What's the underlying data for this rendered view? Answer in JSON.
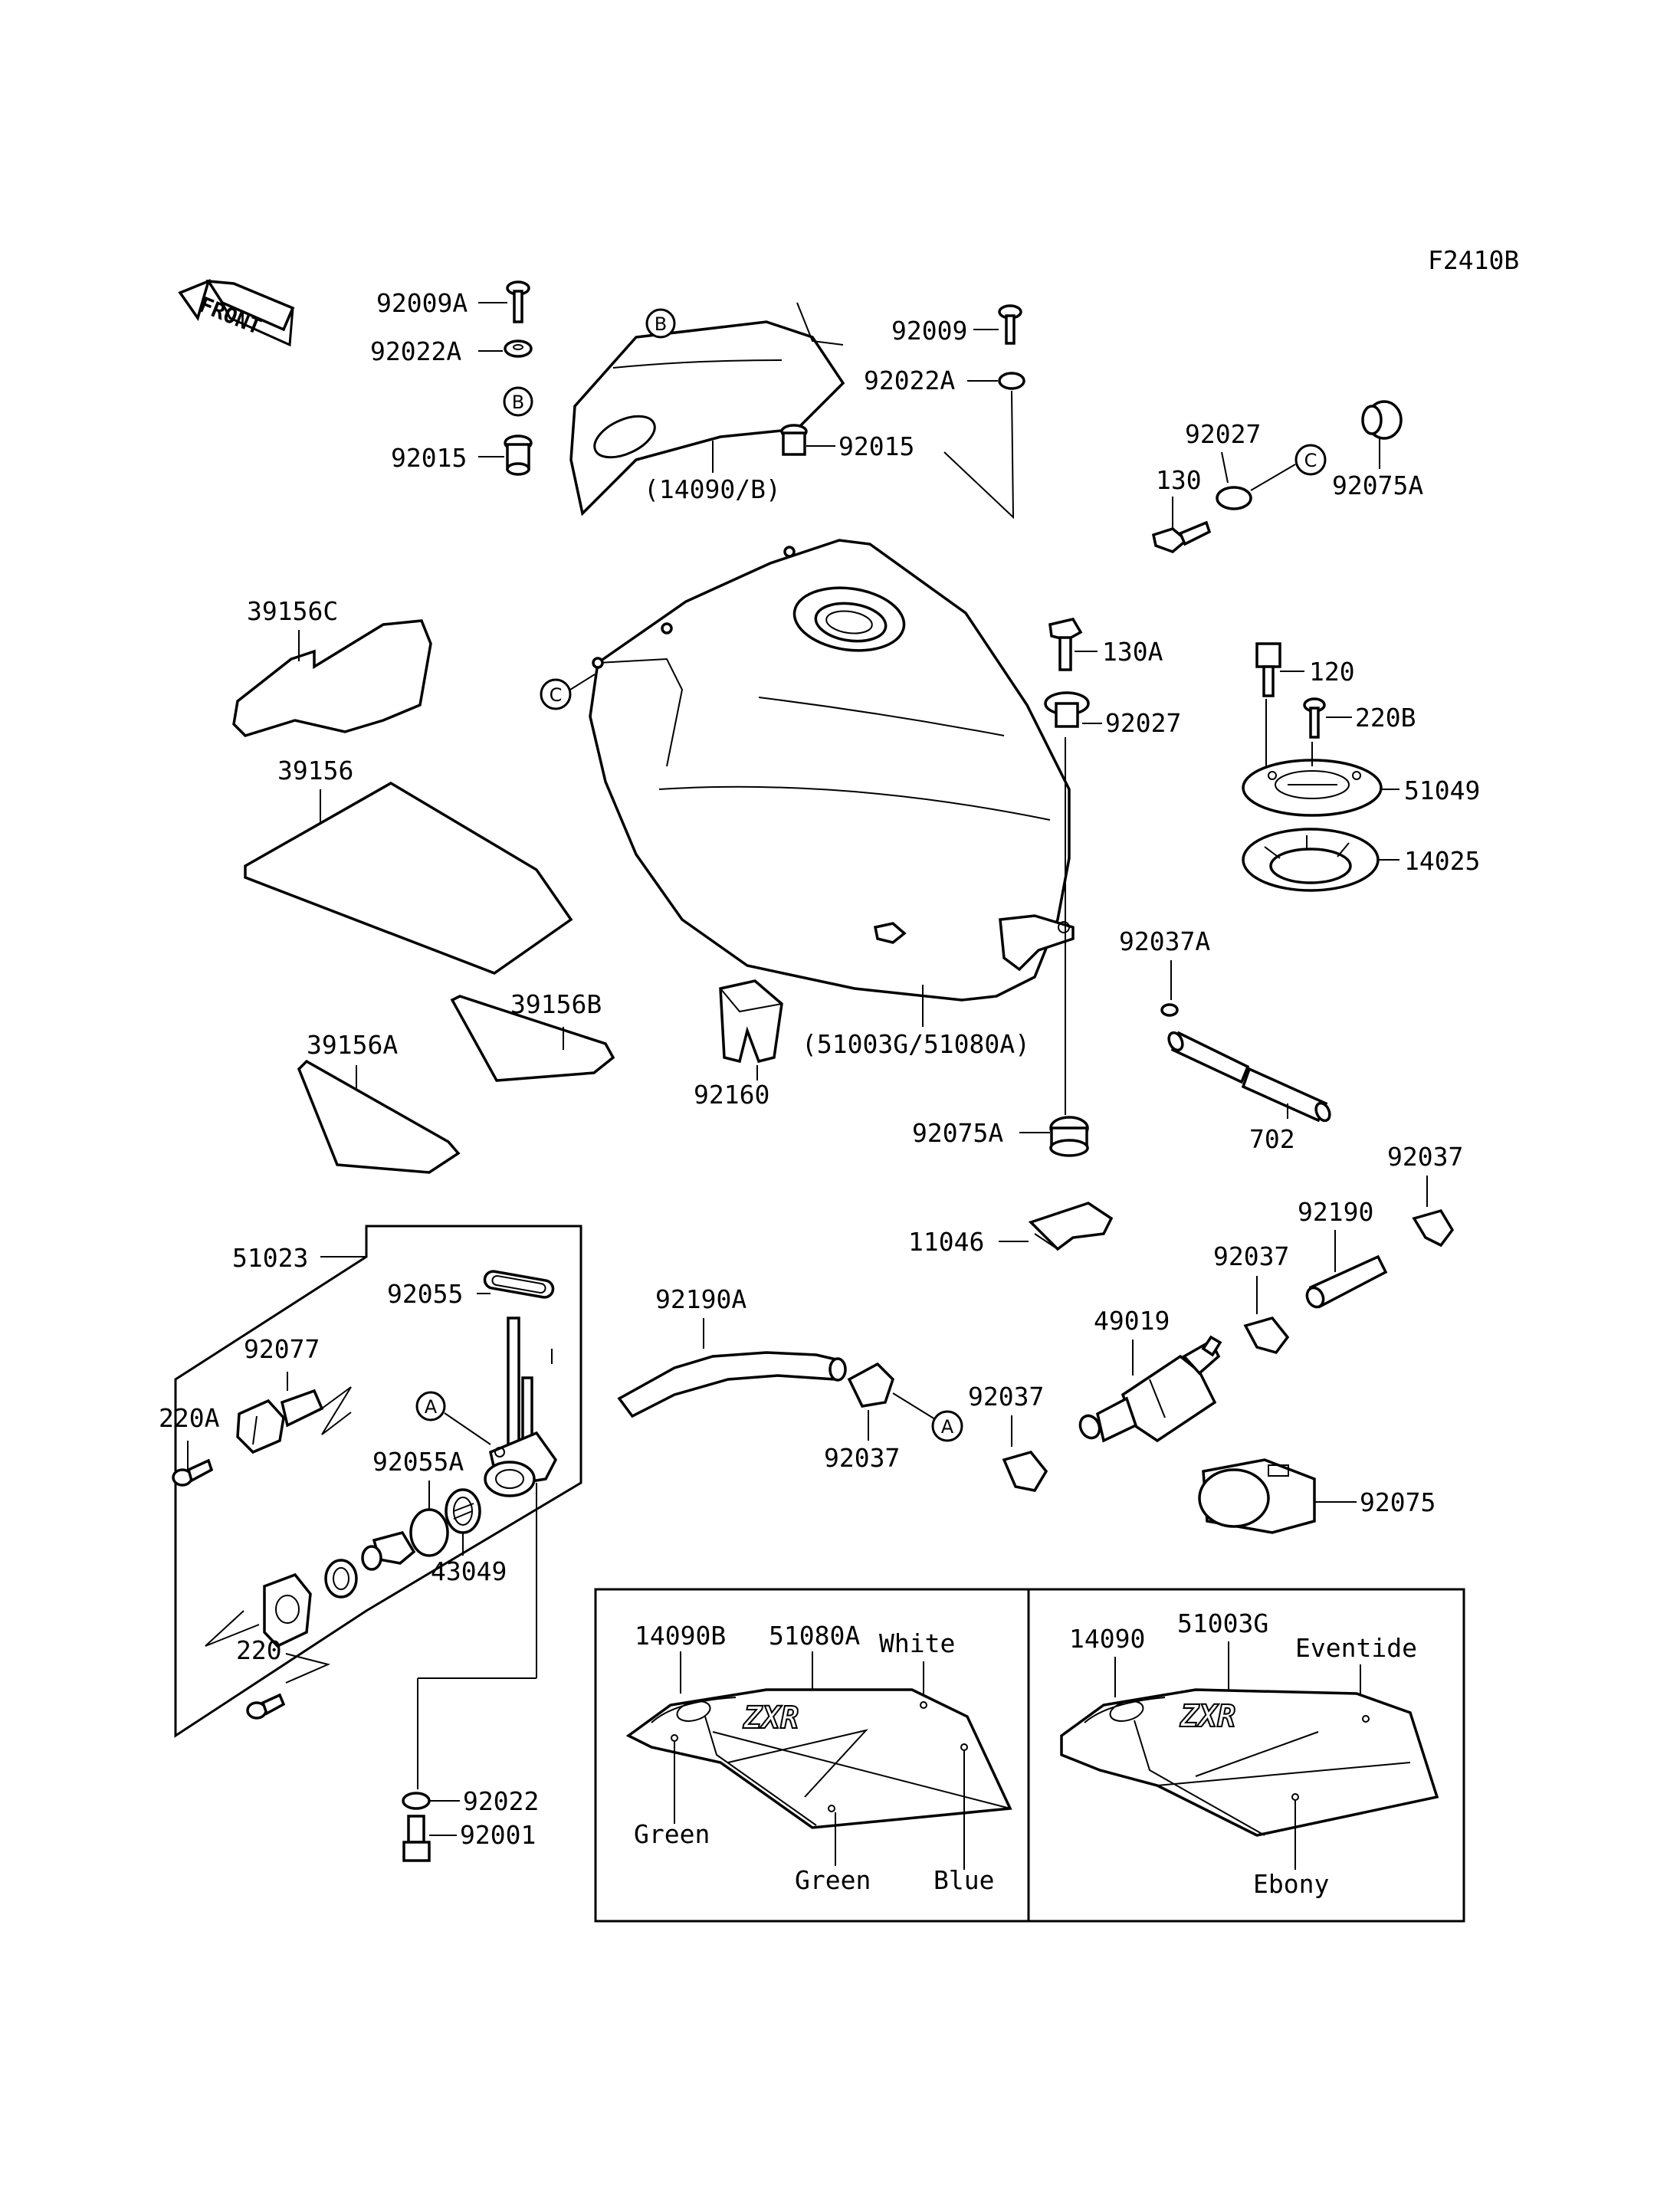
{
  "figure_code": "F2410B",
  "front_label": "FRONT",
  "parts": {
    "p92009A": "92009A",
    "p92022A_left": "92022A",
    "p92015_left": "92015",
    "p14090B": "(14090/B)",
    "p92009": "92009",
    "p92022A_right": "92022A",
    "p92015_right": "92015",
    "p92027_top": "92027",
    "p130": "130",
    "p92075A_top": "92075A",
    "p39156C": "39156C",
    "p39156": "39156",
    "p39156A": "39156A",
    "p39156B": "39156B",
    "p130A": "130A",
    "p92027_mid": "92027",
    "p120": "120",
    "p220B": "220B",
    "p51049": "51049",
    "p14025": "14025",
    "p51003G": "(51003G/51080A)",
    "p92160": "92160",
    "p92037A": "92037A",
    "p702": "702",
    "p92075A_bot": "92075A",
    "p92037_r": "92037",
    "p11046": "11046",
    "p92190": "92190",
    "p92037_m": "92037",
    "p51023": "51023",
    "p92055": "92055",
    "p92190A": "92190A",
    "p49019": "49019",
    "p92077": "92077",
    "p220A": "220A",
    "p92037_a": "92037",
    "p92037_b": "92037",
    "p92055A": "92055A",
    "p92075": "92075",
    "p43049": "43049",
    "p220": "220",
    "p92022": "92022",
    "p92001": "92001"
  },
  "callouts": {
    "a": "A",
    "b": "B",
    "c": "C"
  },
  "color_table": {
    "left": {
      "part1": "14090B",
      "part2": "51080A",
      "color_top": "White",
      "color_left": "Green",
      "color_bottom": "Green",
      "color_right": "Blue",
      "logo": "ZXR"
    },
    "right": {
      "part1": "14090",
      "part2": "51003G",
      "color_top": "Eventide",
      "color_bottom": "Ebony",
      "logo": "ZXR"
    }
  }
}
